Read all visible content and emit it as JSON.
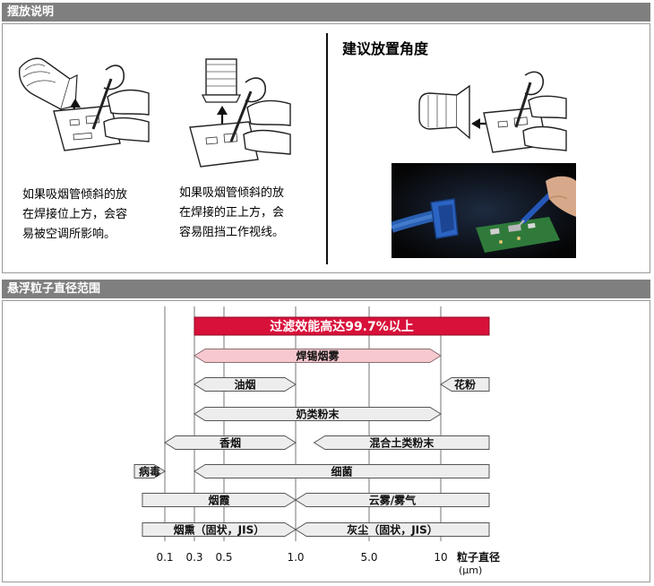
{
  "section_top": {
    "title": "摆放说明",
    "caption_left": "如果吸烟管倾斜的放\n在焊接位上方，会容\n易被空调所影响。",
    "caption_middle": "如果吸烟管倾斜的放\n在焊接的正上方，会\n容易阻挡工作视线。",
    "recommend_title": "建议放置角度"
  },
  "section_bottom": {
    "title": "悬浮粒子直径范围"
  },
  "colors": {
    "header_bg": "#7f7f7f",
    "red_bar": "#d8113a",
    "pink_bar": "#f7c9cf",
    "grey_bar": "#ededed",
    "axis_line": "#8c8c8c"
  },
  "chart_data": {
    "type": "range-bars",
    "x_scale": "log",
    "x_ticks": [
      "0.1",
      "0.3",
      "0.5",
      "1.0",
      "5.0",
      "10"
    ],
    "x_tick_values": [
      0.1,
      0.3,
      0.5,
      1.0,
      5.0,
      10
    ],
    "xlabel": "粒子直径",
    "xunit": "(μm)",
    "bars": [
      {
        "label": "过滤效能高达99.7%以上",
        "min": 0.3,
        "max": 30,
        "style": "red",
        "arrow_left": false,
        "arrow_right": false
      },
      {
        "label": "焊锡烟雾",
        "min": 0.3,
        "max": 10,
        "style": "pink",
        "arrow_left": true,
        "arrow_right": true
      },
      {
        "label": "油烟",
        "min": 0.3,
        "max": 1.0,
        "style": "grey",
        "arrow_left": true,
        "arrow_right": true
      },
      {
        "label": "花粉",
        "min": 10,
        "max": 30,
        "style": "grey",
        "arrow_left": true,
        "arrow_right": false
      },
      {
        "label": "奶类粉末",
        "min": 0.3,
        "max": 10,
        "style": "grey",
        "arrow_left": true,
        "arrow_right": true
      },
      {
        "label": "香烟",
        "min": 0.1,
        "max": 1.0,
        "style": "grey",
        "arrow_left": true,
        "arrow_right": true
      },
      {
        "label": "混合土类粉末",
        "min": 1.5,
        "max": 30,
        "style": "grey",
        "arrow_left": true,
        "arrow_right": false
      },
      {
        "label": "病毒",
        "min": 0.05,
        "max": 0.1,
        "style": "grey",
        "arrow_left": false,
        "arrow_right": true
      },
      {
        "label": "细菌",
        "min": 0.3,
        "max": 30,
        "style": "grey",
        "arrow_left": true,
        "arrow_right": false
      },
      {
        "label": "烟霞",
        "min": 0.06,
        "max": 1.0,
        "style": "grey",
        "arrow_left": false,
        "arrow_right": true
      },
      {
        "label": "云雾/雾气",
        "min": 1.0,
        "max": 30,
        "style": "grey",
        "arrow_left": true,
        "arrow_right": false
      },
      {
        "label": "烟熏（固状，JIS）",
        "min": 0.06,
        "max": 1.0,
        "style": "grey",
        "arrow_left": false,
        "arrow_right": true
      },
      {
        "label": "灰尘（固状，JIS）",
        "min": 1.0,
        "max": 30,
        "style": "grey",
        "arrow_left": true,
        "arrow_right": false
      }
    ]
  }
}
